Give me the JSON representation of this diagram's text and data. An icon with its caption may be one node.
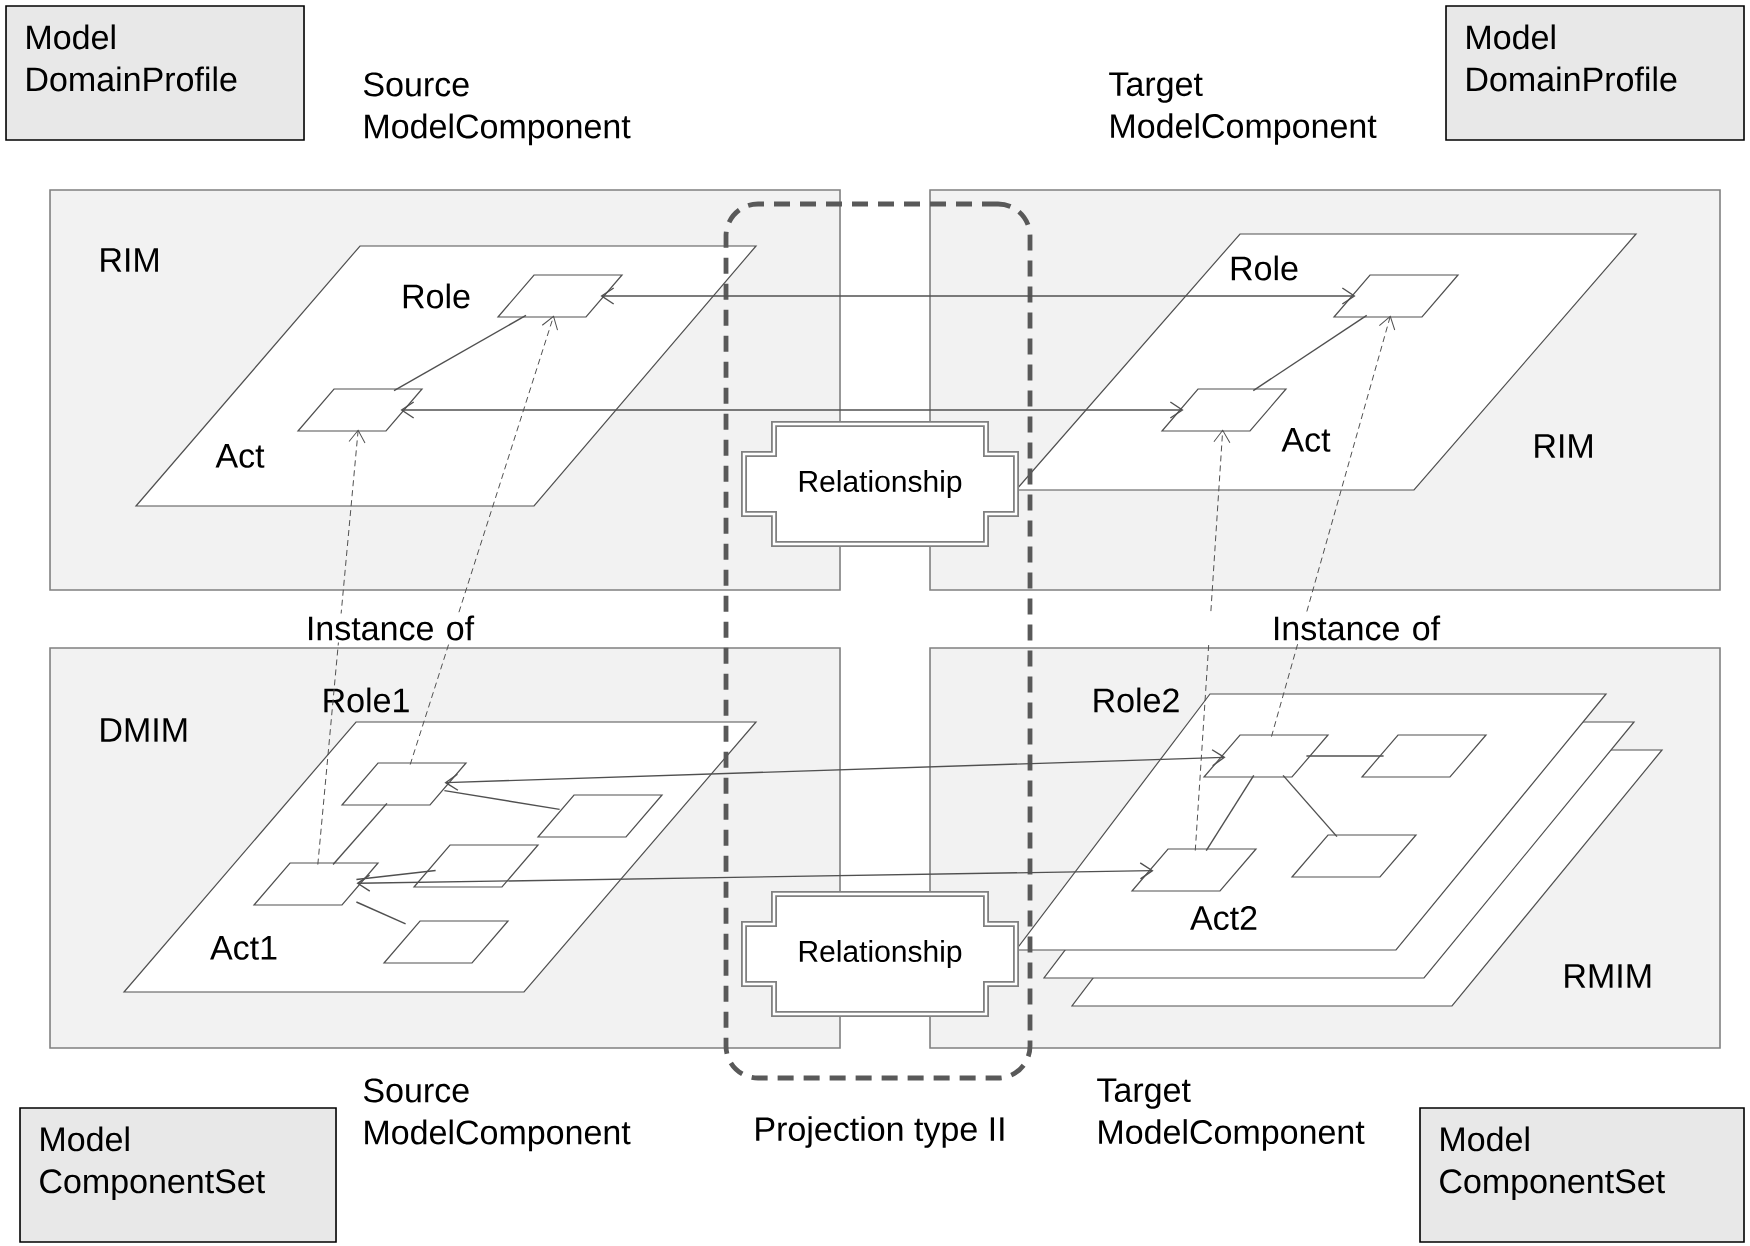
{
  "diagram": {
    "nodes": [
      {
        "text": [
          "Model DomainProfile"
        ]
      },
      {
        "text": [
          "Model DomainProfile"
        ]
      },
      {
        "text": [
          "RIM"
        ]
      },
      {
        "text": [],
        "shape": "parallelogram",
        "beside": [
          "Role"
        ],
        "in": 2
      },
      {
        "text": [],
        "shape": "parallelogram",
        "beside": [
          "Act"
        ],
        "in": 2
      },
      {
        "text": [
          "Projection type II"
        ]
      },
      {
        "text": [
          "Relationship"
        ],
        "in": 5
      },
      {
        "text": [
          "RIM"
        ]
      },
      {
        "text": [],
        "shape": "parallelogram",
        "beside": [
          "Role"
        ],
        "in": 7
      },
      {
        "text": [],
        "shape": "parallelogram",
        "beside": [
          "Act"
        ],
        "in": 7
      },
      {
        "text": [
          "DMIM"
        ]
      },
      {
        "text": [],
        "shape": "parallelogram",
        "beside": [
          "Role1"
        ],
        "in": 10
      },
      {
        "text": [],
        "shape": "parallelogram",
        "in": 10
      },
      {
        "text": [],
        "shape": "parallelogram",
        "in": 10
      },
      {
        "text": [],
        "shape": "parallelogram",
        "beside": [
          "Act1"
        ],
        "in": 10
      },
      {
        "text": [],
        "shape": "parallelogram",
        "in": 10
      },
      {
        "text": [
          "Relationship"
        ],
        "in": 5
      },
      {
        "text": [
          "RMIM"
        ]
      },
      {
        "text": [],
        "shape": "parallelogram",
        "beside": [
          "Role2"
        ],
        "in": 17
      },
      {
        "text": [],
        "shape": "parallelogram",
        "in": 17
      },
      {
        "text": [],
        "shape": "parallelogram",
        "beside": [
          "Act2"
        ],
        "in": 17
      },
      {
        "text": [],
        "shape": "parallelogram",
        "in": 17
      },
      {
        "text": [
          "Model ComponentSet"
        ]
      },
      {
        "text": [
          "Model ComponentSet"
        ]
      }
    ],
    "edges": [
      {
        "from": 14,
        "to": 4,
        "arrow": "to",
        "style": "dashed"
      },
      {
        "from": 11,
        "to": 3,
        "arrow": "to",
        "style": "dashed"
      },
      {
        "from": 20,
        "to": 9,
        "arrow": "to",
        "style": "dashed"
      },
      {
        "from": 18,
        "to": 8,
        "arrow": "to",
        "style": "dashed"
      },
      {
        "from": 3,
        "to": 8,
        "arrow": "both"
      },
      {
        "from": 4,
        "to": 9,
        "arrow": "both"
      },
      {
        "from": 11,
        "to": 18,
        "arrow": "both"
      },
      {
        "from": 14,
        "to": 20,
        "arrow": "both"
      },
      {
        "from": 3,
        "to": 4,
        "arrow": "none"
      },
      {
        "from": 8,
        "to": 9,
        "arrow": "none"
      },
      {
        "from": 11,
        "to": 14,
        "arrow": "none"
      },
      {
        "from": 11,
        "to": 12,
        "arrow": "none"
      },
      {
        "from": 14,
        "to": 13,
        "arrow": "none"
      },
      {
        "from": 14,
        "to": 15,
        "arrow": "none"
      },
      {
        "from": 18,
        "to": 20,
        "arrow": "none"
      },
      {
        "from": 18,
        "to": 19,
        "arrow": "none"
      },
      {
        "from": 18,
        "to": 21,
        "arrow": "none"
      }
    ],
    "labels": [
      "Source ModelComponent",
      "Target ModelComponent",
      "Instance of",
      "Instance of",
      "Source ModelComponent",
      "Target ModelComponent"
    ]
  }
}
